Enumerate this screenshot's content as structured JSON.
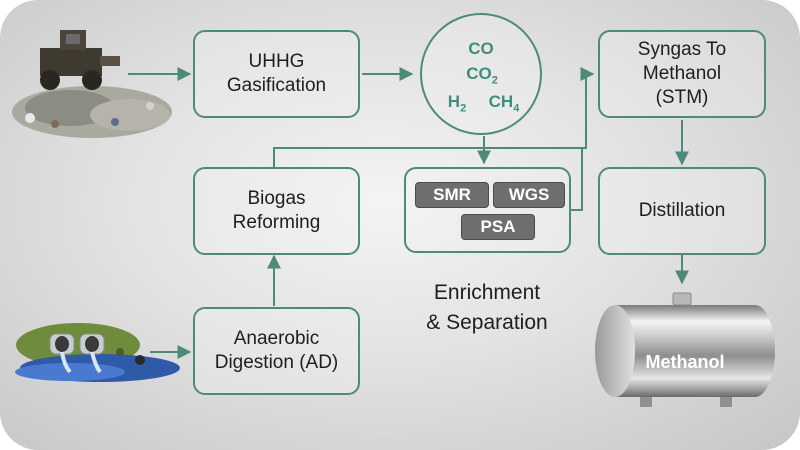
{
  "boxes": {
    "uhhg": [
      "UHHG",
      "Gasification"
    ],
    "stm": [
      "Syngas To",
      "Methanol",
      "(STM)"
    ],
    "biogas": [
      "Biogas",
      "Reforming"
    ],
    "distillation": [
      "Distillation"
    ],
    "ad": [
      "Anaerobic",
      "Digestion (AD)"
    ]
  },
  "gases": {
    "co": "CO",
    "co2": "CO",
    "co2_sub": "2",
    "h2": "H",
    "h2_sub": "2",
    "ch4": "CH",
    "ch4_sub": "4"
  },
  "enrichment": {
    "units": [
      "SMR",
      "WGS",
      "PSA"
    ],
    "caption": [
      "Enrichment",
      "& Separation"
    ]
  },
  "product_label": "Methanol",
  "colors": {
    "box_border": "#4e8a7a",
    "gas_text": "#3f8e7b",
    "pill_fill": "#6f6f6f"
  },
  "images": [
    "landfill-bulldozer-illustration",
    "wastewater-outflow-illustration",
    "methanol-tank-illustration"
  ]
}
